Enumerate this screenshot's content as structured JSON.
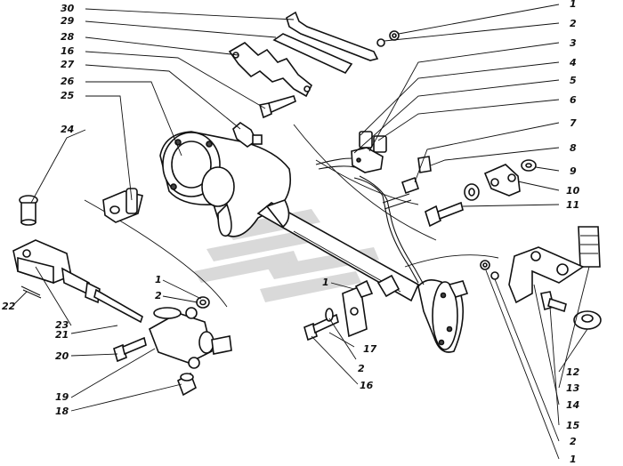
{
  "callouts": [
    {
      "id": "c30l",
      "text": "30"
    },
    {
      "id": "c29l",
      "text": "29"
    },
    {
      "id": "c28l",
      "text": "28"
    },
    {
      "id": "c16l",
      "text": "16"
    },
    {
      "id": "c27l",
      "text": "27"
    },
    {
      "id": "c26l",
      "text": "26"
    },
    {
      "id": "c25l",
      "text": "25"
    },
    {
      "id": "c24l",
      "text": "24"
    },
    {
      "id": "c22l",
      "text": "22"
    },
    {
      "id": "c23l",
      "text": "23"
    },
    {
      "id": "c1l",
      "text": "1"
    },
    {
      "id": "c2l",
      "text": "2"
    },
    {
      "id": "c21l",
      "text": "21"
    },
    {
      "id": "c20l",
      "text": "20"
    },
    {
      "id": "c19l",
      "text": "19"
    },
    {
      "id": "c18l",
      "text": "18"
    },
    {
      "id": "c1m",
      "text": "1"
    },
    {
      "id": "c17m",
      "text": "17"
    },
    {
      "id": "c2m",
      "text": "2"
    },
    {
      "id": "c16m",
      "text": "16"
    },
    {
      "id": "c1r",
      "text": "1"
    },
    {
      "id": "c2r",
      "text": "2"
    },
    {
      "id": "c3r",
      "text": "3"
    },
    {
      "id": "c4r",
      "text": "4"
    },
    {
      "id": "c5r",
      "text": "5"
    },
    {
      "id": "c6r",
      "text": "6"
    },
    {
      "id": "c7r",
      "text": "7"
    },
    {
      "id": "c8r",
      "text": "8"
    },
    {
      "id": "c9r",
      "text": "9"
    },
    {
      "id": "c10r",
      "text": "10"
    },
    {
      "id": "c11r",
      "text": "11"
    },
    {
      "id": "c12r",
      "text": "12"
    },
    {
      "id": "c13r",
      "text": "13"
    },
    {
      "id": "c14r",
      "text": "14"
    },
    {
      "id": "c15r",
      "text": "15"
    },
    {
      "id": "c2b",
      "text": "2"
    },
    {
      "id": "c1b",
      "text": "1"
    }
  ],
  "colors": {
    "ink": "#111111",
    "watermark": "#d9d9d9",
    "paper": "#ffffff"
  }
}
